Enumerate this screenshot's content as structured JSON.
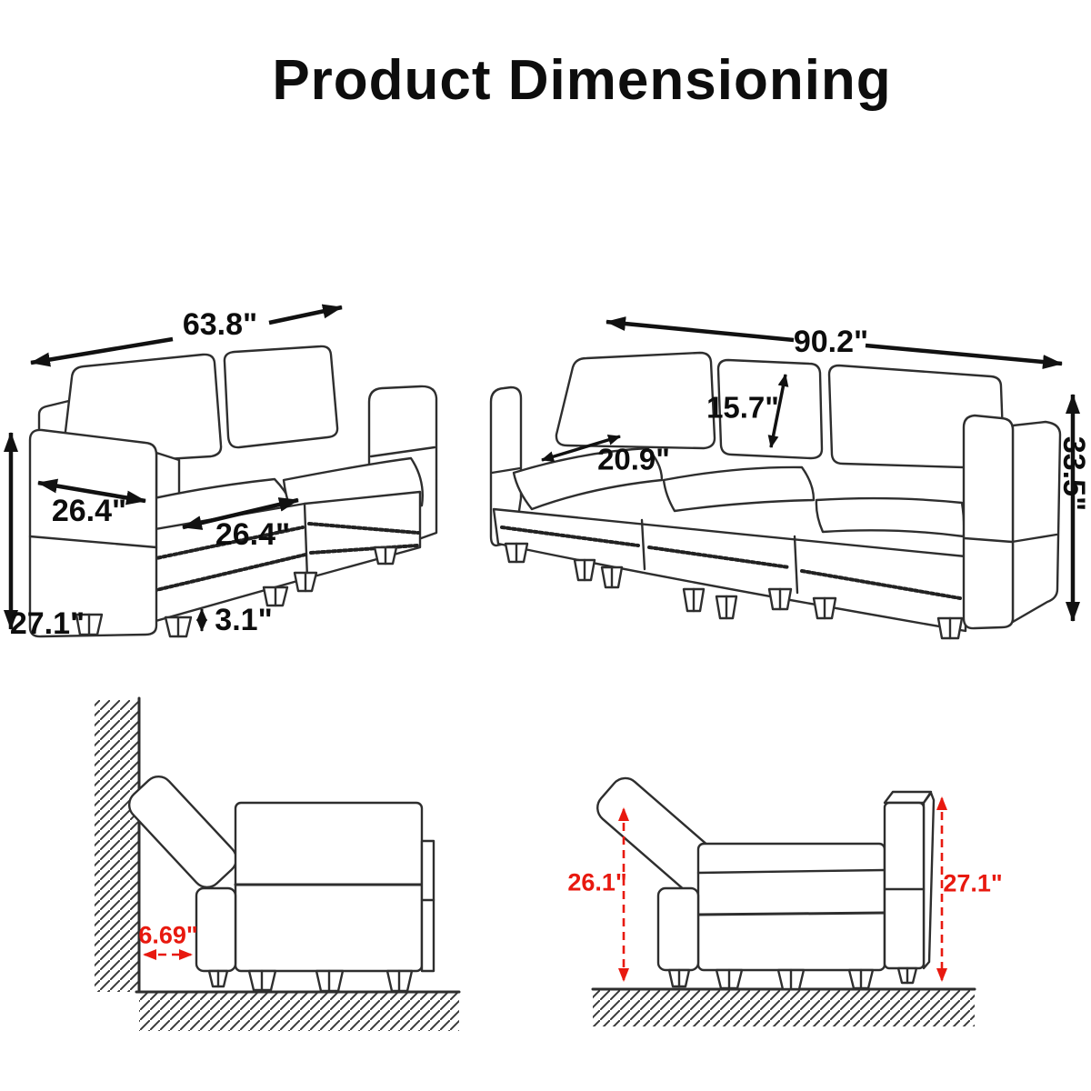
{
  "title": "Product Dimensioning",
  "colors": {
    "accent_red": "#e8190f",
    "line_black": "#111111"
  },
  "loveseat": {
    "width": "63.8\"",
    "arm_depth": "26.4\"",
    "seat_width": "26.4\"",
    "height": "27.1\"",
    "leg_height": "3.1\""
  },
  "sofa": {
    "width": "90.2\"",
    "back_cushion_height": "15.7\"",
    "seat_depth": "20.9\"",
    "height": "33.5\""
  },
  "side_view_wall": {
    "wall_clearance": "6.69\""
  },
  "side_view_heights": {
    "backrest_height": "26.1\"",
    "armrest_height": "27.1\""
  }
}
